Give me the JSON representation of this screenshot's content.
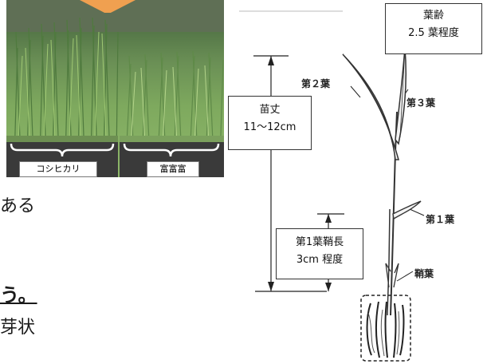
{
  "photo": {
    "left_tray_label": "コシヒカリ",
    "right_tray_label": "富富富"
  },
  "left_text": {
    "fragment_1": "ある",
    "fragment_2": "う。",
    "fragment_3": "芽状"
  },
  "diagram": {
    "leaf_age_title": "葉齢",
    "leaf_age_value": "2.5 葉程度",
    "height_title": "苗丈",
    "height_value": "11〜12cm",
    "sheath_title": "第1葉鞘長",
    "sheath_value": "3cm 程度",
    "label_leaf2": "第２葉",
    "label_leaf3": "第３葉",
    "label_leaf1": "第１葉",
    "label_coleoptile": "鞘葉"
  },
  "colors": {
    "arrow_orange": "#f0a050",
    "underline": "#1a1a1a"
  }
}
